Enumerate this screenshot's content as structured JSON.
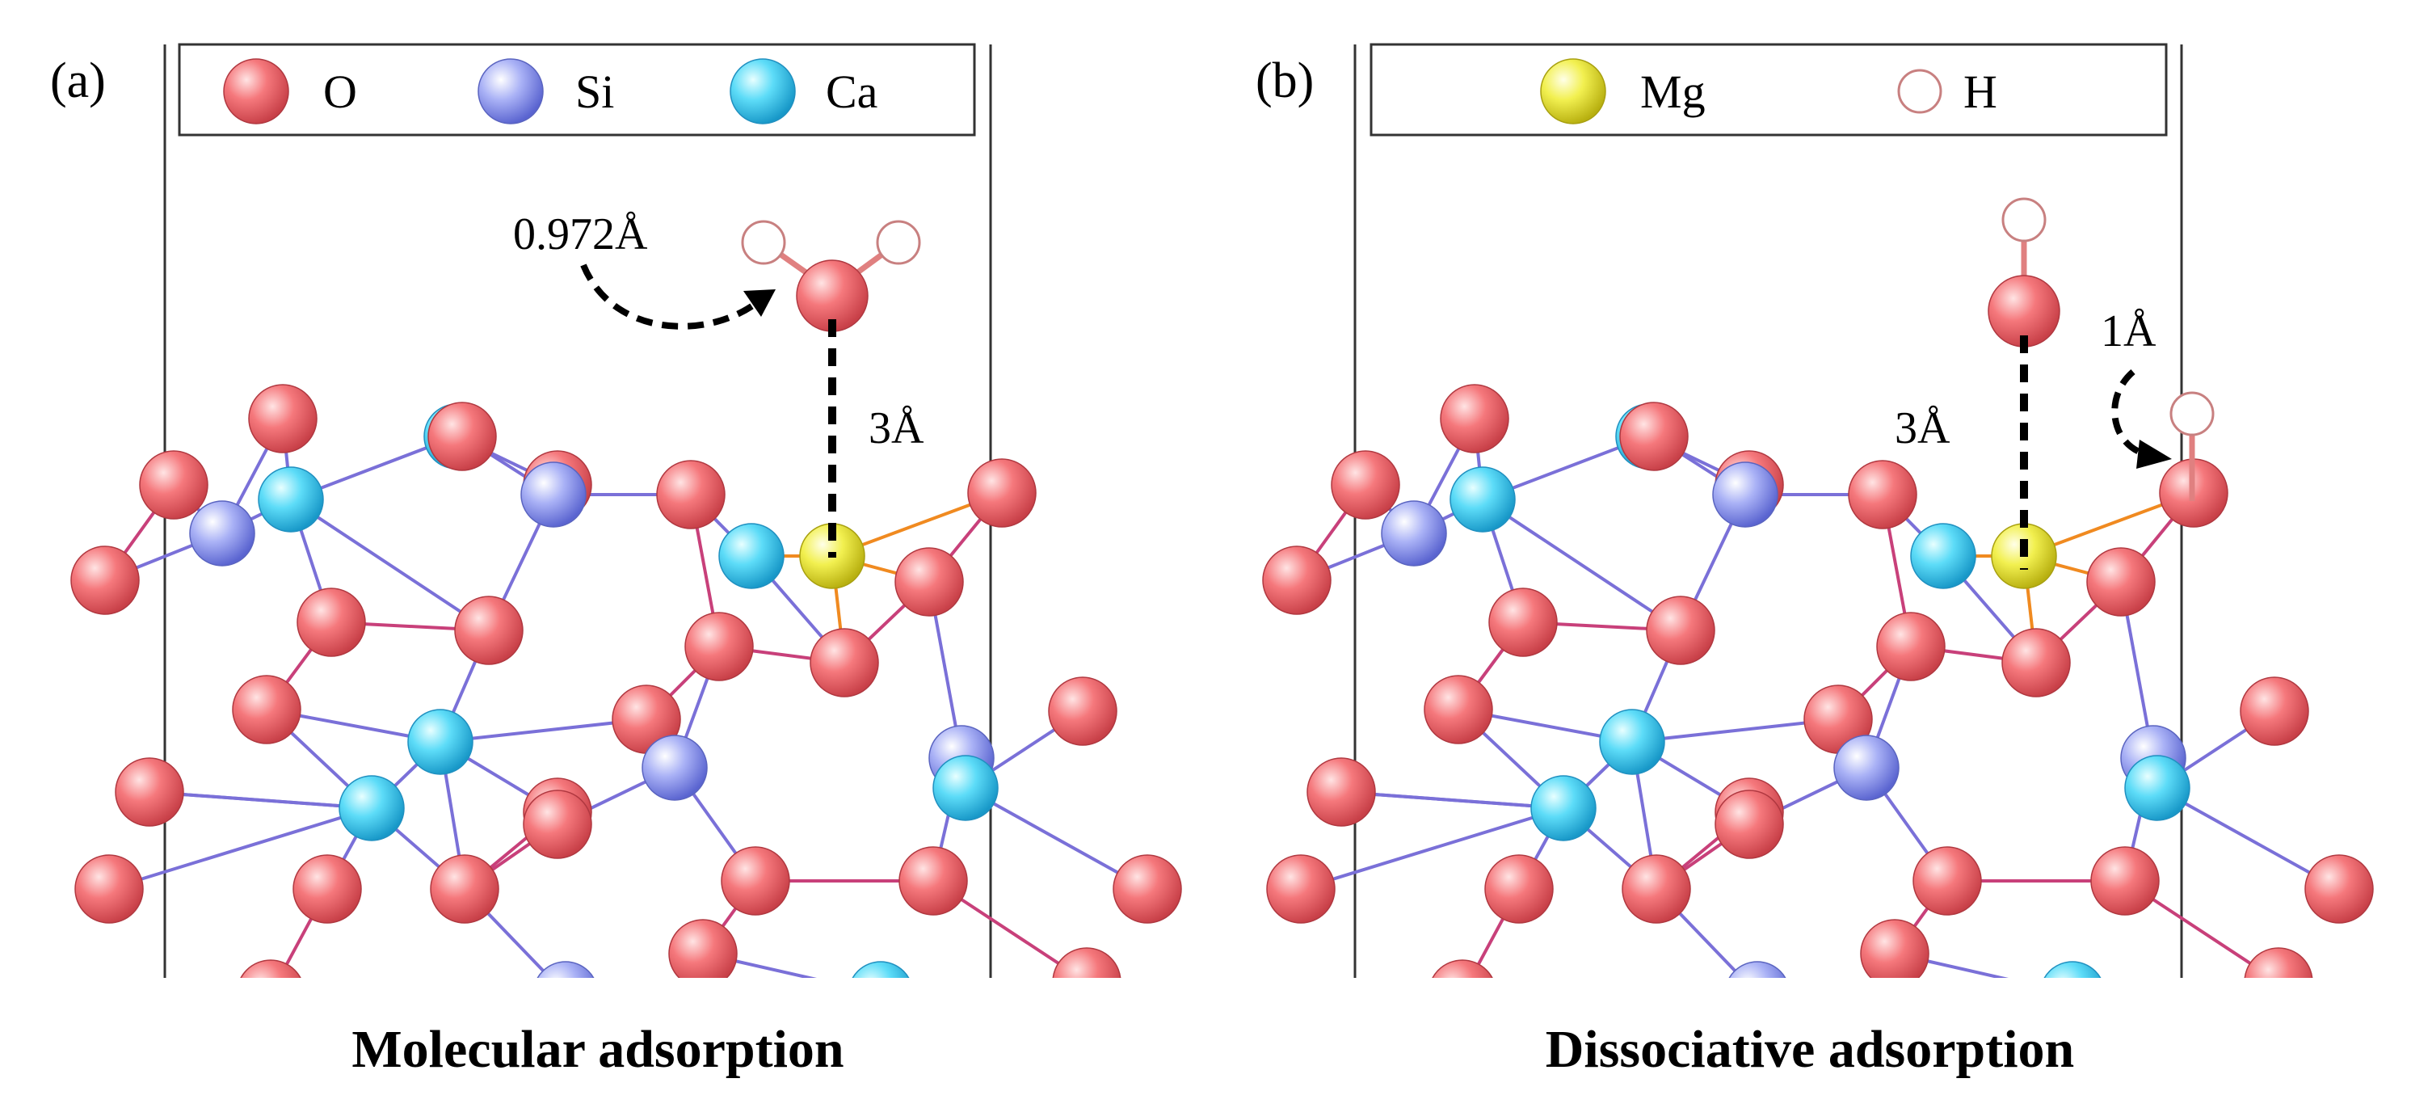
{
  "panel_a": {
    "label": "(a)",
    "legend": [
      {
        "symbol": "O",
        "color": "#f0686e"
      },
      {
        "symbol": "Si",
        "color": "#8f9af0"
      },
      {
        "symbol": "Ca",
        "color": "#3fd2f4"
      }
    ],
    "oh_bond_length": "0.972Å",
    "adsorption_distance": "3Å",
    "caption": "Molecular adsorption"
  },
  "panel_b": {
    "label": "(b)",
    "legend": [
      {
        "symbol": "Mg",
        "color": "#ecec3a"
      },
      {
        "symbol": "H",
        "color": "#ffffff"
      }
    ],
    "adsorption_distance": "3Å",
    "dissociation_distance": "1Å",
    "caption": "Dissociative adsorption"
  },
  "colors": {
    "oxygen": "#f0686e",
    "silicon": "#8f9af0",
    "calcium": "#3fd2f4",
    "magnesium": "#ecec3a",
    "hydrogen_outline": "#c88080",
    "bond_o": "#c8407a",
    "bond_si": "#7a70d8",
    "bond_mg": "#f08a20",
    "cell_line": "#333333"
  }
}
